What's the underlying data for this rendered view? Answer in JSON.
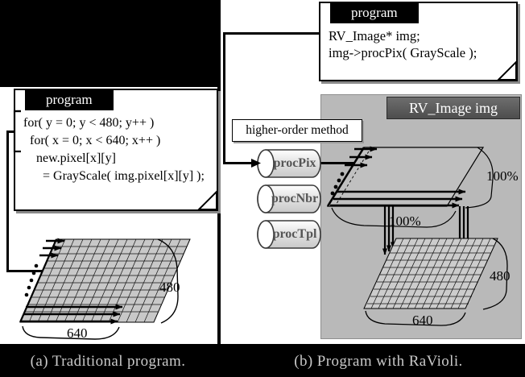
{
  "figure": {
    "background_color": "#000000",
    "panel_color": "#ffffff"
  },
  "captions": {
    "a": "(a) Traditional program.",
    "b": "(b) Program with RaVioli."
  },
  "panel_a": {
    "note": {
      "header": "program",
      "code": "for( y = 0; y < 480; y++ )\n  for( x = 0; x < 640; x++ )\n    new.pixel[x][y]\n      = GrayScale( img.pixel[x][y] );"
    },
    "grid": {
      "width_label": "640",
      "height_label": "480"
    }
  },
  "panel_b": {
    "note": {
      "header": "program",
      "code": "RV_Image* img;\nimg->procPix( GrayScale );"
    },
    "higher_order_method_label": "higher-order method",
    "methods": [
      {
        "name": "procPix"
      },
      {
        "name": "procNbr"
      },
      {
        "name": "procTpl"
      }
    ],
    "object": {
      "title": "RV_Image img",
      "title_bg": "#5b5b5b",
      "body_bg": "#b9b9b9"
    },
    "top_plane": {
      "resolution_label": "100%",
      "side_label": "100%"
    },
    "bottom_grid": {
      "width_label": "640",
      "height_label": "480"
    }
  }
}
